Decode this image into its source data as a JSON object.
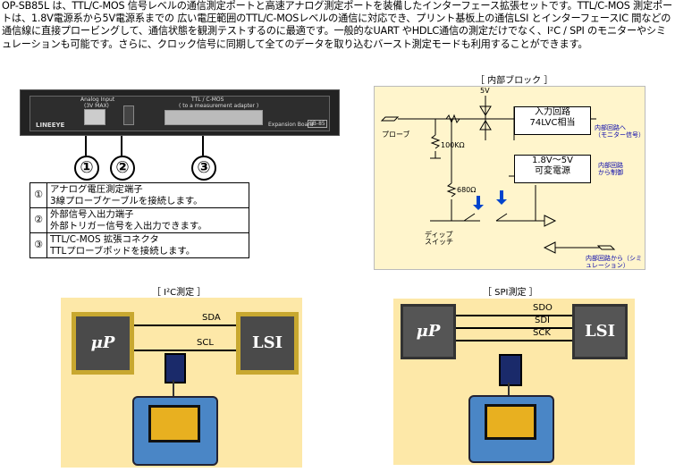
{
  "intro": "OP-SB85L は、TTL/C-MOS 信号レベルの通信測定ポートと高速アナログ測定ポートを装備したインターフェース拡張セットです。TTL/C-MOS 測定ポートは、1.8V電源系から5V電源系までの 広い電圧範囲のTTL/C-MOSレベルの通信に対応でき、プリント基板上の通信LSI とインターフェースIC 間などの通信線に直接プロービングして、通信状態を観測テストするのに最適です。一般的なUART やHDLC通信の測定だけでなく、I²C / SPI のモニターやシミュレーションも可能です。さらに、クロック信号に同期して全てのデータを取り込むバースト測定モードも利用することができます。",
  "board": {
    "analog_label": "Analog Input",
    "analog_sub": "(3V MAX)",
    "ttl_label": "TTL / C-MOS",
    "ttl_sub": "( to a measurement adapter )",
    "brand": "LINEEYE",
    "expansion": "Expansion Board",
    "model": "SB-85"
  },
  "callouts": [
    "①",
    "②",
    "③"
  ],
  "legend": [
    {
      "num": "①",
      "line1": "アナログ電圧測定端子",
      "line2": "3線プローブケーブルを接続します。"
    },
    {
      "num": "②",
      "line1": "外部信号入出力端子",
      "line2": "外部トリガー信号を入出力できます。"
    },
    {
      "num": "③",
      "line1": "TTL/C-MOS 拡張コネクタ",
      "line2": "TTLプローブポッドを接続します。"
    }
  ],
  "block": {
    "caption": "［ 内部ブロック ］",
    "probe": "プローブ",
    "r1": "100KΩ",
    "r2": "680Ω",
    "v5": "5V",
    "input_circuit1": "入力回路",
    "input_circuit2": "74LVC相当",
    "power1": "1.8V〜5V",
    "power2": "可変電源",
    "to_internal1": "内部回路へ",
    "to_internal2": "（モニター信号）",
    "ctrl1": "内部回路",
    "ctrl2": "から制御",
    "dip1": "ディップ",
    "dip2": "スイッチ",
    "from_internal1": "内部回路から",
    "from_internal2": "（シミュレーション）"
  },
  "i2c": {
    "caption": "［ I²C測定 ］",
    "up": "μP",
    "lsi": "LSI",
    "sda": "SDA",
    "scl": "SCL"
  },
  "spi": {
    "caption": "［ SPI測定 ］",
    "up": "μP",
    "lsi": "LSI",
    "sdo": "SDO",
    "sdi": "SDI",
    "sck": "SCK"
  }
}
